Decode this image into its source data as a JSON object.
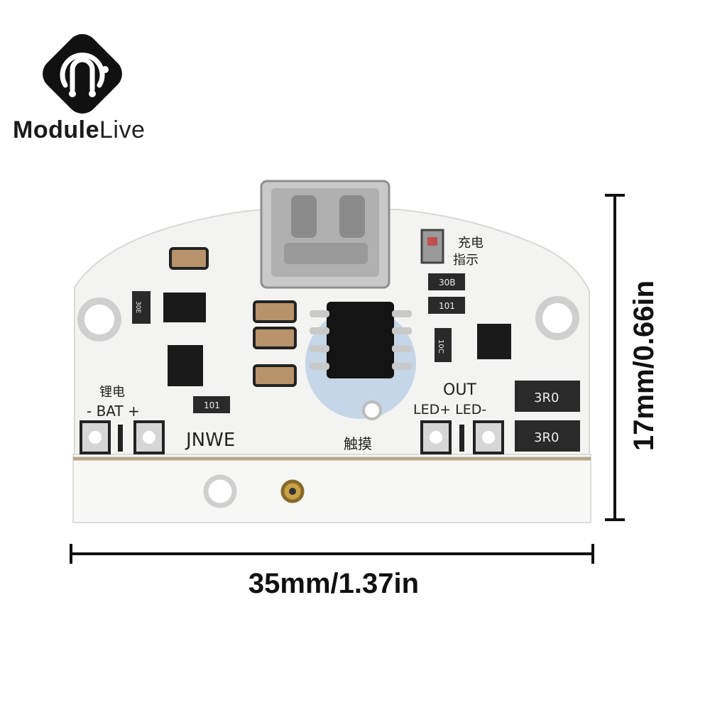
{
  "brand": {
    "name_bold": "Module",
    "name_light": "Live"
  },
  "dimensions": {
    "width_label": "35mm/1.37in",
    "height_label": "17mm/0.66in"
  },
  "board_labels": {
    "charge_indicator_line1": "充电",
    "charge_indicator_line2": "指示",
    "lithium": "锂电",
    "bat": "- BAT +",
    "out": "OUT",
    "led_pins": "LED+ LED-",
    "maker": "JNWE",
    "touch": "触摸",
    "res_30e": "30E",
    "res_30b": "30B",
    "res_101_a": "101",
    "res_101_b": "101",
    "res_10c": "10C",
    "res_3r0_a": "3R0",
    "res_3r0_b": "3R0"
  },
  "colors": {
    "board": "#f3f3f1",
    "logo": "#111111",
    "watermark": "#3a7fd0"
  }
}
